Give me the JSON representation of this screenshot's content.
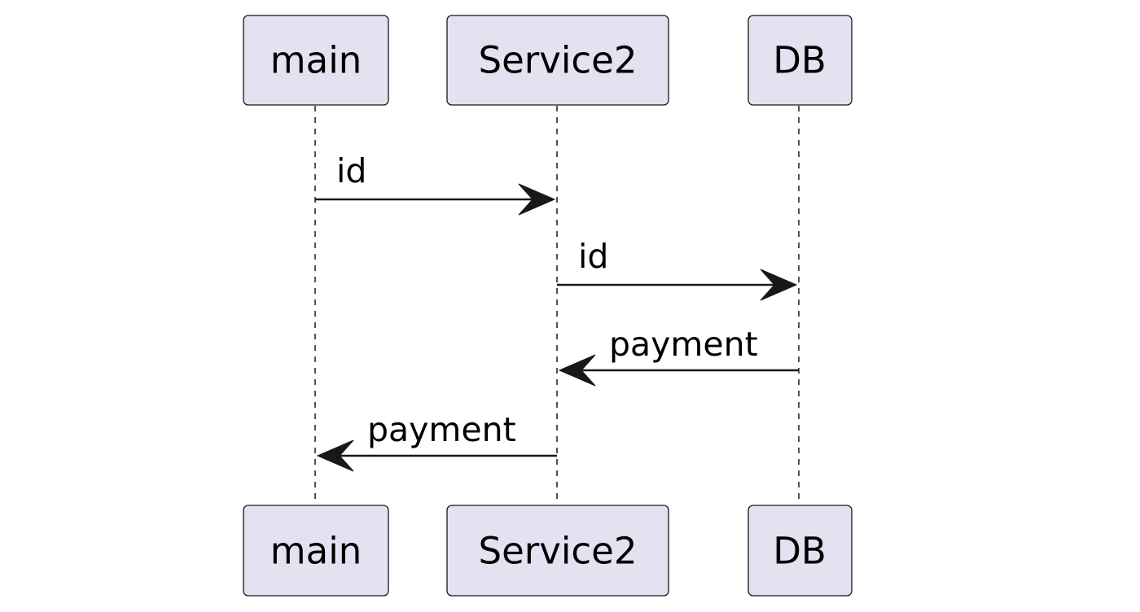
{
  "participants": [
    {
      "id": "main",
      "label": "main"
    },
    {
      "id": "service2",
      "label": "Service2"
    },
    {
      "id": "db",
      "label": "DB"
    }
  ],
  "messages": [
    {
      "from": "main",
      "to": "service2",
      "label": "id"
    },
    {
      "from": "service2",
      "to": "db",
      "label": "id"
    },
    {
      "from": "db",
      "to": "service2",
      "label": "payment"
    },
    {
      "from": "service2",
      "to": "main",
      "label": "payment"
    }
  ]
}
